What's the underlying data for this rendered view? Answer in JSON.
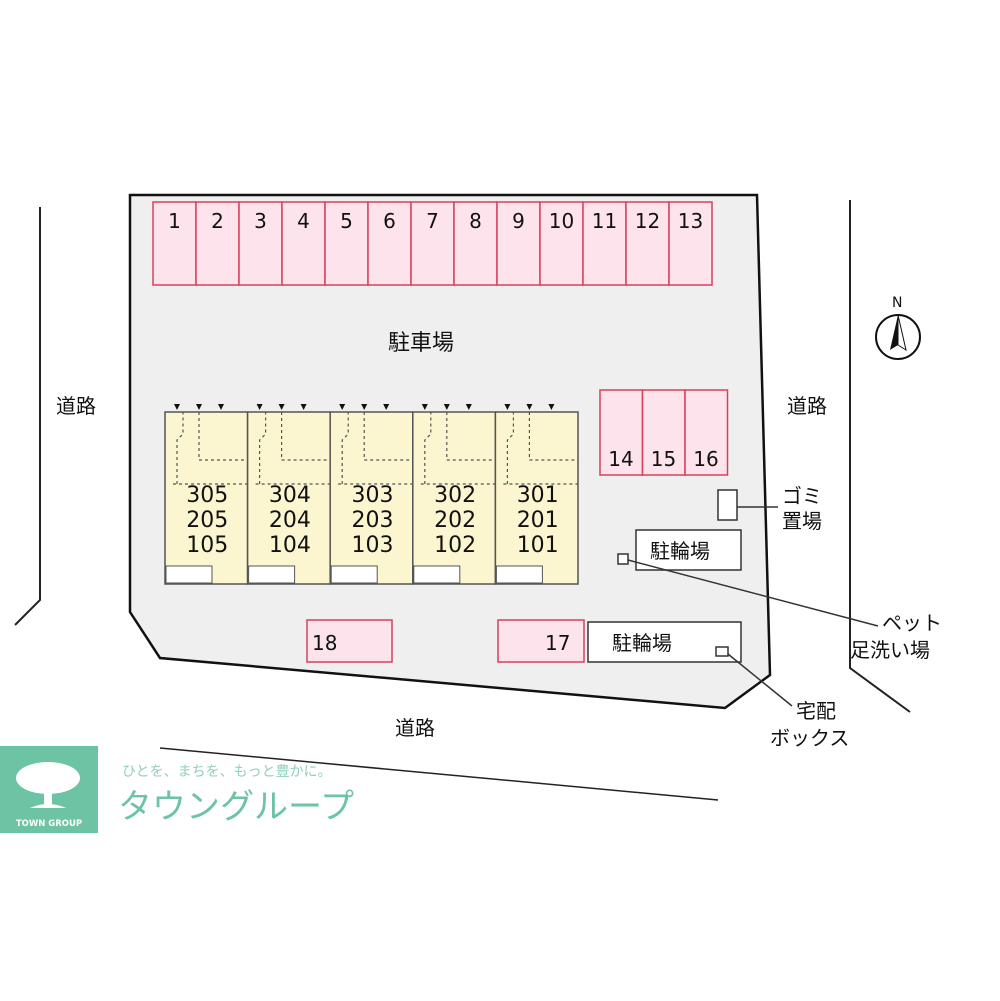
{
  "labels": {
    "parking_lot": "駐車場",
    "road_left": "道路",
    "road_right": "道路",
    "road_bottom": "道路",
    "garbage": [
      "ゴミ",
      "置場"
    ],
    "bike_parking_1": "駐輪場",
    "bike_parking_2": "駐輪場",
    "pet_wash": [
      "ペット",
      "足洗い場"
    ],
    "delivery_box": [
      "宅配",
      "ボックス"
    ],
    "north": "N"
  },
  "parking_spaces_top": [
    "1",
    "2",
    "3",
    "4",
    "5",
    "6",
    "7",
    "8",
    "9",
    "10",
    "11",
    "12",
    "13"
  ],
  "parking_spaces_right": [
    "14",
    "15",
    "16"
  ],
  "parking_space_17": "17",
  "parking_space_18": "18",
  "units": [
    [
      "305",
      "205",
      "105"
    ],
    [
      "304",
      "204",
      "104"
    ],
    [
      "303",
      "203",
      "103"
    ],
    [
      "302",
      "202",
      "102"
    ],
    [
      "301",
      "201",
      "101"
    ]
  ],
  "logo": {
    "tagline": "ひとを、まちを、もっと豊かに。",
    "name": "タウングループ",
    "badge_text": "TOWN GROUP"
  },
  "colors": {
    "parking_fill": "#fde3ec",
    "parking_stroke": "#d8415c",
    "building_fill": "#fbf6cf",
    "site_fill": "#efefef",
    "brand": "#6cc4a4"
  }
}
